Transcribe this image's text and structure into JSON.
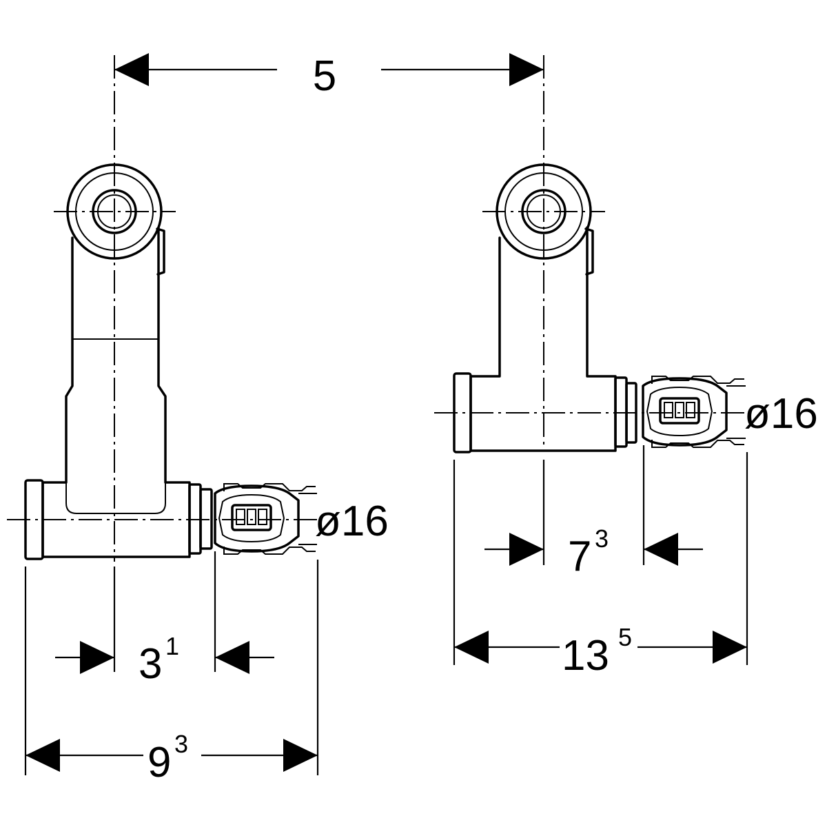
{
  "dimensions": {
    "center_spacing": {
      "value": "5"
    },
    "left_offset": {
      "value": "3",
      "sup": "1"
    },
    "left_width": {
      "value": "9",
      "sup": "3"
    },
    "right_offset": {
      "value": "7",
      "sup": "3"
    },
    "right_width": {
      "value": "13",
      "sup": "5"
    }
  },
  "pipe_diameter_left": "ø16",
  "pipe_diameter_right": "ø16"
}
